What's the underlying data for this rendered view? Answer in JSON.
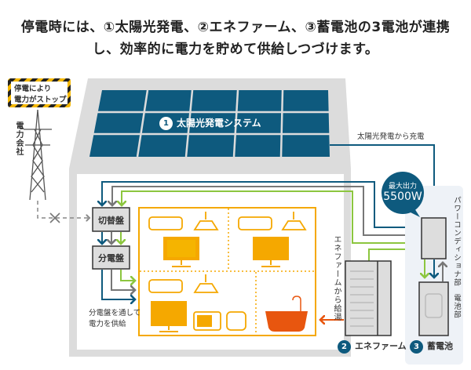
{
  "title": {
    "line1": "停電時には、①太陽光発電、②エネファーム、③蓄電池の3電池が連携",
    "line2": "し、効率的に電力を貯めて供給しつづけます。"
  },
  "warning_sign": {
    "line1": "停電により",
    "line2": "電力がストップ"
  },
  "power_company": "電力会社",
  "solar": {
    "number": "1",
    "label": "太陽光発電システム"
  },
  "charge_label": "太陽光発電から充電",
  "bubble": {
    "line1": "最大出力",
    "line2": "5500W"
  },
  "switch_panel": "切替盤",
  "distribution_panel": "分電盤",
  "supply_note": {
    "line1": "分電盤を通して",
    "line2": "電力を供給"
  },
  "enefarm_hot_water": "エネファームから給湯",
  "enefarm": {
    "number": "2",
    "label": "エネファーム"
  },
  "battery": {
    "number": "3",
    "label": "蓄電池"
  },
  "power_conditioner": "パワーコンディショナ部",
  "battery_unit": "電池部",
  "colors": {
    "blue": "#0e5a7e",
    "gray": "#777777",
    "green": "#8cc63f",
    "orange": "#f5a800",
    "bath": "#e8560f",
    "house": "#dcdcdc"
  }
}
